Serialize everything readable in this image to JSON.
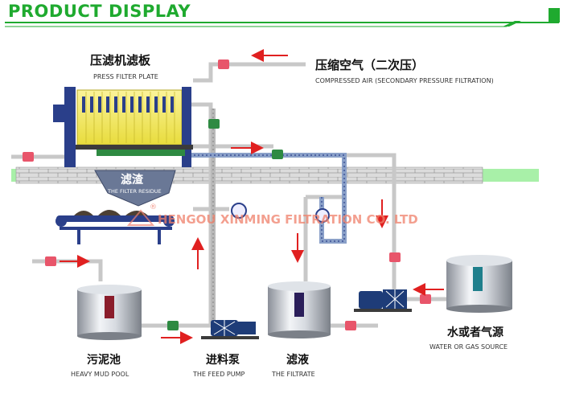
{
  "header": {
    "title": "PRODUCT DISPLAY",
    "accent_color": "#1faa2f"
  },
  "diagram": {
    "labels": {
      "press_filter_plate_cn": "压滤机滤板",
      "press_filter_plate_en": "PRESS FILTER PLATE",
      "compressed_air_cn": "压缩空气（二次压）",
      "compressed_air_en": "COMPRESSED AIR (SECONDARY PRESSURE FILTRATION)",
      "filter_residue_cn": "滤渣",
      "filter_residue_en": "THE FILTER RESIDUE",
      "watermark": "HENGOU XINMING FILTRATION CO. LTD",
      "heavy_mud_pool_cn": "污泥池",
      "heavy_mud_pool_en": "HEAVY MUD POOL",
      "feed_pump_cn": "进料泵",
      "feed_pump_en": "THE FEED PUMP",
      "filtrate_cn": "滤液",
      "filtrate_en": "THE FILTRATE",
      "water_gas_source_cn": "水或者气源",
      "water_gas_source_en": "WATER OR GAS SOURCE"
    },
    "colors": {
      "pipe": "#c8c8c8",
      "arrow": "#e02020",
      "valve": "#e8556a",
      "pump": "#1e3c78",
      "filter_plate": "#f4ea5a",
      "ground": "#a8f0a8",
      "brick": "#d4d4d4",
      "funnel": "#6a7896"
    }
  }
}
